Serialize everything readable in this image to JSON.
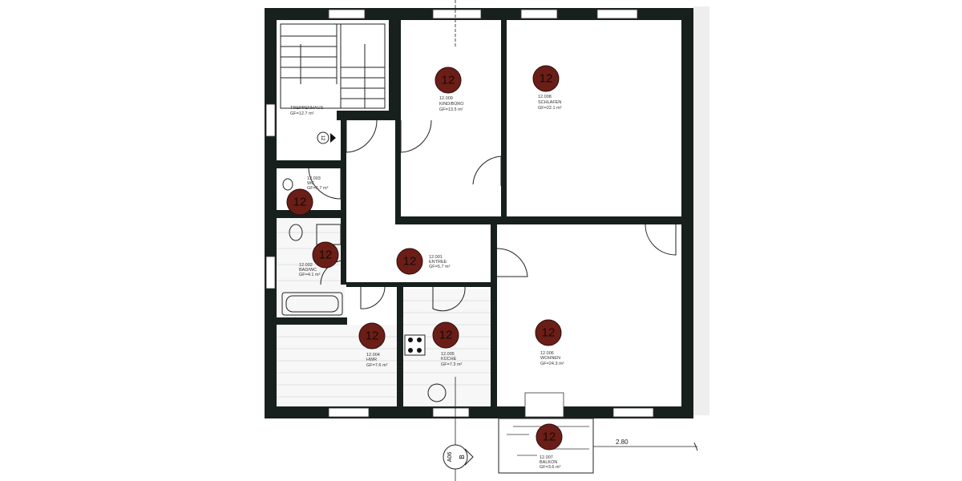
{
  "plan": {
    "unit_number": "12",
    "dimension_label": "2.80",
    "section_marker": {
      "sheet": "A06",
      "letter": "B"
    },
    "colors": {
      "wall": "#17201d",
      "unit_badge": "#6b1e17"
    }
  },
  "rooms": [
    {
      "number": "",
      "name": "TREPPENHAUS",
      "area": "GF=12.7 m²"
    },
    {
      "number": "12.009",
      "name": "KIND/BÜRO",
      "area": "GF=13.5 m²"
    },
    {
      "number": "12.008",
      "name": "SCHLAFEN",
      "area": "GF=22.1 m²"
    },
    {
      "number": "12.003",
      "name": "WC",
      "area": "GF=1.7 m²"
    },
    {
      "number": "12.002",
      "name": "BAD/WC",
      "area": "GF=4.1 m²"
    },
    {
      "number": "12.001",
      "name": "ENTREE",
      "area": "GF=5.7 m²"
    },
    {
      "number": "12.004",
      "name": "HWR",
      "area": "GF=7.6 m²"
    },
    {
      "number": "12.005",
      "name": "KÜCHE",
      "area": "GF=7.3 m²"
    },
    {
      "number": "12.006",
      "name": "WOHNEN",
      "area": "GF=24.3 m²"
    },
    {
      "number": "12.007",
      "name": "BALKON",
      "area": "GF=3.6 m²"
    }
  ],
  "entrance_marker": "12"
}
